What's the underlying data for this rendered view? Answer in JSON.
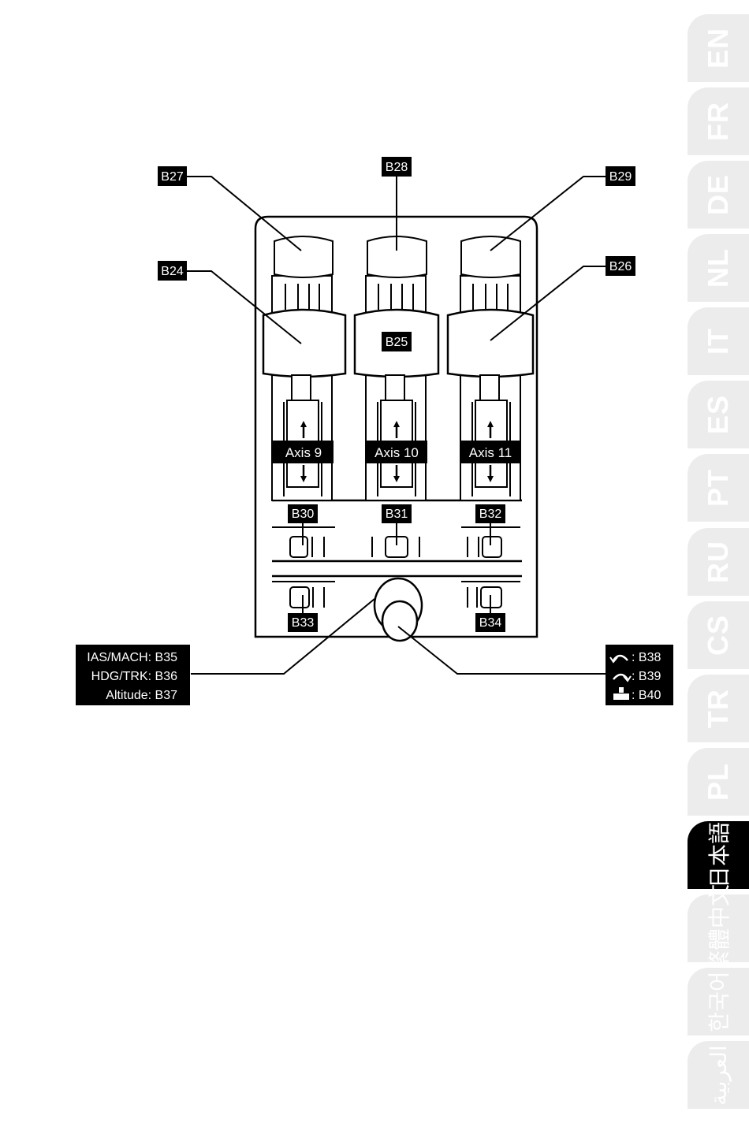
{
  "diagram": {
    "callouts": {
      "b27": "B27",
      "b28": "B28",
      "b29": "B29",
      "b24": "B24",
      "b25": "B25",
      "b26": "B26",
      "b30": "B30",
      "b31": "B31",
      "b32": "B32",
      "b33": "B33",
      "b34": "B34"
    },
    "axes": {
      "axis9": "Axis 9",
      "axis10": "Axis 10",
      "axis11": "Axis 11"
    },
    "left_box": {
      "line1": "IAS/MACH: B35",
      "line2": "HDG/TRK: B36",
      "line3": "Altitude: B37"
    },
    "right_box": {
      "line1": ": B38",
      "line2": ": B39",
      "line3": ": B40"
    },
    "right_box_icons": [
      "rotate-counterclockwise-icon",
      "rotate-clockwise-icon",
      "push-down-icon"
    ]
  },
  "language_tabs": [
    {
      "label": "EN",
      "active": false
    },
    {
      "label": "FR",
      "active": false
    },
    {
      "label": "DE",
      "active": false
    },
    {
      "label": "NL",
      "active": false
    },
    {
      "label": "IT",
      "active": false
    },
    {
      "label": "ES",
      "active": false
    },
    {
      "label": "PT",
      "active": false
    },
    {
      "label": "RU",
      "active": false
    },
    {
      "label": "CS",
      "active": false
    },
    {
      "label": "TR",
      "active": false
    },
    {
      "label": "PL",
      "active": false
    },
    {
      "label": "日本語",
      "active": true
    },
    {
      "label": "繁體中文",
      "active": false
    },
    {
      "label": "한국어",
      "active": false
    },
    {
      "label": "العربية",
      "active": false
    }
  ],
  "colors": {
    "ink": "#000000",
    "tab_inactive": "#ececec",
    "tab_active": "#000000",
    "label_text": "#ffffff"
  }
}
